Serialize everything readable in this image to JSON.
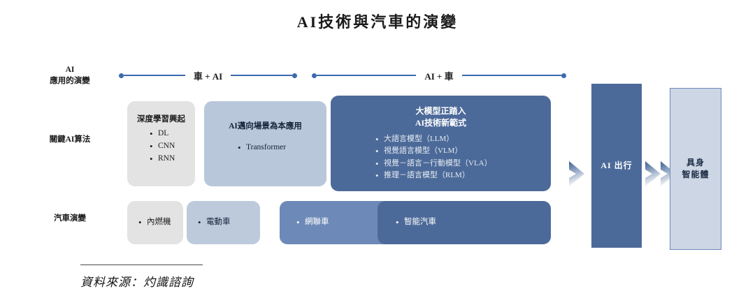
{
  "title": "AI技術與汽車的演變",
  "row_labels": [
    {
      "id": "ai-application-evolution",
      "text": "AI\n應用的演變"
    },
    {
      "id": "key-ai-algorithms",
      "text": "關鍵AI算法"
    },
    {
      "id": "vehicle-evolution",
      "text": "汽車演變"
    }
  ],
  "timeline": {
    "segments": [
      {
        "label": "車 + AI"
      },
      {
        "label": "AI + 車"
      }
    ],
    "line_color": "#3d6aae",
    "dot_color": "#3d6aae"
  },
  "algorithm_boxes": [
    {
      "title": "深度學習興起",
      "bullets": [
        "DL",
        "CNN",
        "RNN"
      ],
      "fill": "#e3e3e3",
      "text_color": "#1c1c1c"
    },
    {
      "title": "AI邁向場景為本應用",
      "bullets": [
        "Transformer"
      ],
      "fill": "#b9c7da",
      "text_color": "#15233a"
    },
    {
      "title": "大模型正踏入\nAI技術新範式",
      "bullets": [
        "大語言模型（LLM）",
        "視覺語言模型（VLM）",
        "視覺－語言－行動模型（VLA）",
        "推理－語言模型（RLM）"
      ],
      "fill": "#4c6a99",
      "text_color": "#ffffff"
    }
  ],
  "vehicle_boxes": [
    {
      "label": "內燃機",
      "fill": "#e3e3e3",
      "text_color": "#1c1c1c"
    },
    {
      "label": "電動車",
      "fill": "#bdcadc",
      "text_color": "#15233a"
    },
    {
      "label": "網聯車",
      "fill": "#6d89b7",
      "text_color": "#ffffff"
    },
    {
      "label": "智能汽車",
      "fill": "#4c6a99",
      "text_color": "#ffffff"
    }
  ],
  "outcome_boxes": [
    {
      "label": "AI 出行",
      "fill": "#4c6a99",
      "text_color": "#ffffff"
    },
    {
      "label": "具身\n智能體",
      "fill": "#ccd6e4",
      "border": "#6d89b7",
      "text_color": "#1c2b44"
    }
  ],
  "source": {
    "text": "資料來源：灼識諮詢"
  }
}
